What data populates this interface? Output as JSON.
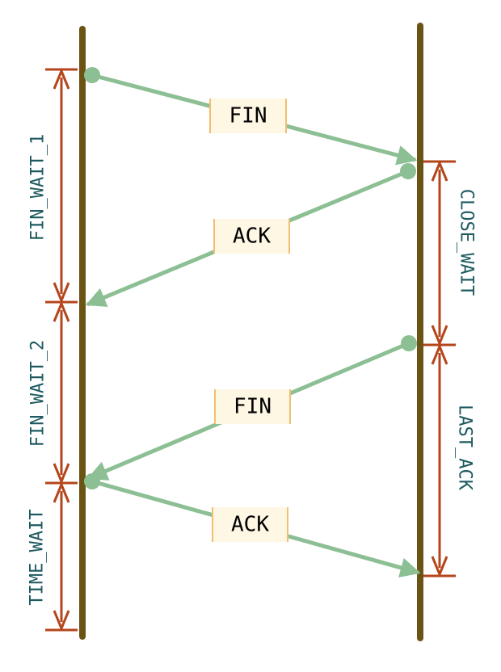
{
  "colors": {
    "timeline": "#6b5314",
    "arrow": "#8dbf94",
    "interval": "#b5451b",
    "label_bg": "#fdf7e4",
    "label_edge": "#f2bf72",
    "state_text": "#1d5a5f"
  },
  "messages": [
    {
      "label": "FIN"
    },
    {
      "label": "ACK"
    },
    {
      "label": "FIN"
    },
    {
      "label": "ACK"
    }
  ],
  "left_states": [
    {
      "label": "FIN_WAIT_1"
    },
    {
      "label": "FIN_WAIT_2"
    },
    {
      "label": "TIME_WAIT"
    }
  ],
  "right_states": [
    {
      "label": "CLOSE_WAIT"
    },
    {
      "label": "LAST_ACK"
    }
  ]
}
